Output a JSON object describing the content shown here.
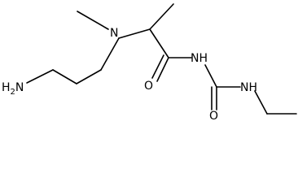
{
  "molecule": {
    "atoms": {
      "amine": {
        "label": "H",
        "sub": "2",
        "tail": "N"
      },
      "n_methyl": {
        "label": "N"
      },
      "amide_nh": {
        "label": "NH"
      },
      "amide_o": {
        "label": "O"
      },
      "urea_o": {
        "label": "O"
      },
      "urea_nh": {
        "label": "NH"
      }
    },
    "colors": {
      "bond": "#000000",
      "text": "#000000",
      "background": "#ffffff"
    }
  }
}
